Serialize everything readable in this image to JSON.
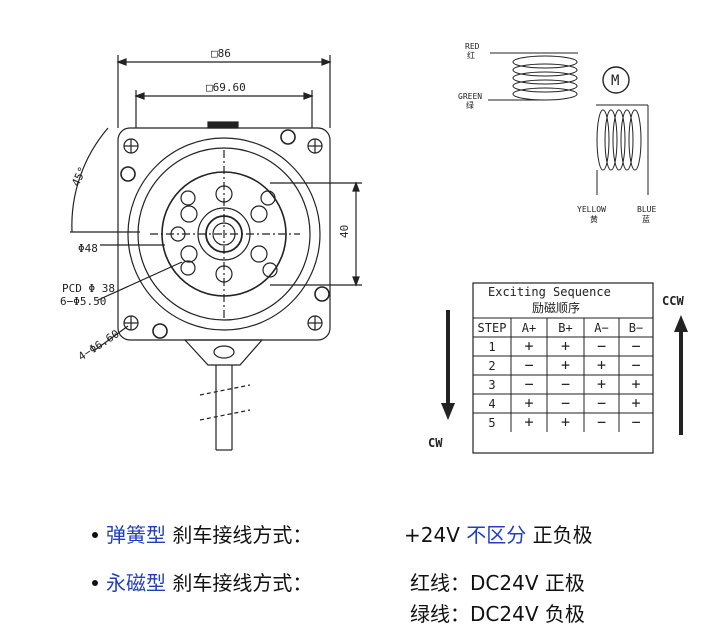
{
  "drawing": {
    "dim_outer": "□86",
    "dim_inner": "□69.60",
    "angle": "45°",
    "dia_48": "Φ48",
    "pcd_line1": "PCD Φ 38",
    "pcd_line2": "6−Φ5.50",
    "holes": "4−Φ6.60",
    "height_40": "40"
  },
  "wiring": {
    "red_en": "RED",
    "red_cn": "红",
    "green_en": "GREEN",
    "green_cn": "绿",
    "motor": "M",
    "yellow_en": "YELLOW",
    "yellow_cn": "黄",
    "blue_en": "BLUE",
    "blue_cn": "蓝"
  },
  "sequence": {
    "title_en": "Exciting Sequence",
    "title_cn": "励磁顺序",
    "headers": [
      "STEP",
      "A+",
      "B+",
      "A−",
      "B−"
    ],
    "rows": [
      [
        "1",
        "+",
        "+",
        "−",
        "−"
      ],
      [
        "2",
        "−",
        "+",
        "+",
        "−"
      ],
      [
        "3",
        "−",
        "−",
        "+",
        "+"
      ],
      [
        "4",
        "+",
        "−",
        "−",
        "+"
      ],
      [
        "5",
        "+",
        "+",
        "−",
        "−"
      ]
    ],
    "ccw": "CCW",
    "cw": "CW"
  },
  "notes": {
    "line1_type": "弹簧型",
    "line1_label": "刹车接线方式：",
    "line1_value_a": "+24V",
    "line1_value_b": "不区分",
    "line1_value_c": "正负极",
    "line2_type": "永磁型",
    "line2_label": "刹车接线方式：",
    "line2_value": "红线：DC24V 正极",
    "line3_value": "绿线：DC24V 负极"
  },
  "colors": {
    "accent": "#1f3fbf",
    "ink": "#111111"
  }
}
